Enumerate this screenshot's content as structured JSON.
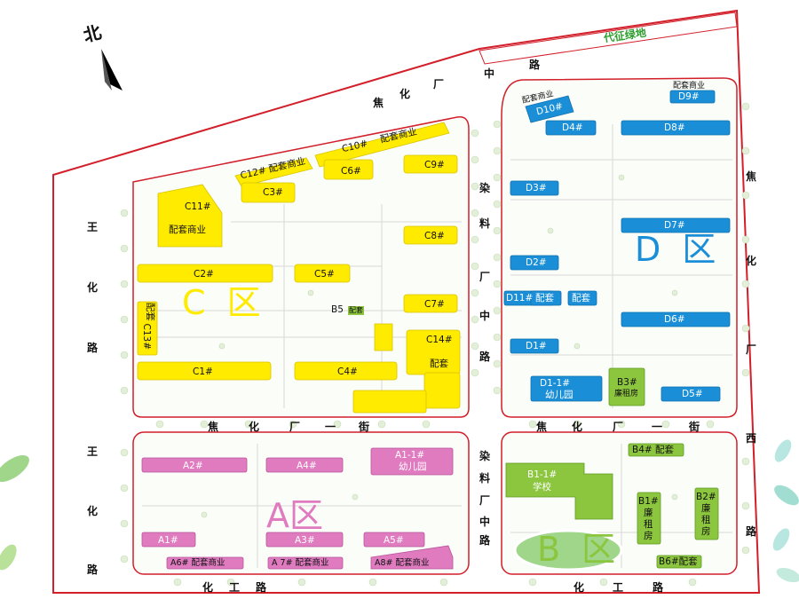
{
  "north": "北",
  "green_belt": "代征绿地",
  "roads": {
    "north_road": [
      "焦",
      "化",
      "厂",
      "中",
      "路"
    ],
    "west_road_upper": [
      "王",
      "化",
      "路"
    ],
    "west_road_lower": [
      "王",
      "化",
      "路"
    ],
    "middle_road_left": [
      "焦",
      "化",
      "厂",
      "一",
      "街"
    ],
    "middle_road_right": [
      "焦",
      "化",
      "厂",
      "一",
      "街"
    ],
    "center_road_upper": [
      "染",
      "料",
      "厂",
      "中",
      "路"
    ],
    "center_road_lower": [
      "染",
      "料",
      "厂",
      "中",
      "路"
    ],
    "east_road": [
      "焦",
      "化",
      "厂",
      "西",
      "路"
    ],
    "south_road_left": [
      "化",
      "工",
      "路"
    ],
    "south_road_right": [
      "化",
      "工",
      "路"
    ]
  },
  "zones": {
    "c": "C 区",
    "d": "D 区",
    "a": "A区",
    "b": "B 区"
  },
  "buildings": {
    "c11": "C11#",
    "c11_sub": "配套商业",
    "c12": "C12# 配套商业",
    "c10": "C10#",
    "c10_sub": "配套商业",
    "c3": "C3#",
    "c6": "C6#",
    "c9": "C9#",
    "c8": "C8#",
    "c2": "C2#",
    "c5": "C5#",
    "c7": "C7#",
    "b5": "B5",
    "b5_sub": "配套",
    "c13": "C13#",
    "c13_sub": "配套",
    "c14": "C14#",
    "c14_sub": "配套",
    "c1": "C1#",
    "c4": "C4#",
    "d10_sub": "配套商业",
    "d10": "D10#",
    "d9_sub": "配套商业",
    "d9": "D9#",
    "d4": "D4#",
    "d8": "D8#",
    "d3": "D3#",
    "d7": "D7#",
    "d2": "D2#",
    "d11": "D11#",
    "d11_a": "配套",
    "d11_b": "配套",
    "d6": "D6#",
    "d1": "D1#",
    "d1_1": "D1-1#",
    "d1_1_sub": "幼儿园",
    "b3": "B3#",
    "b3_sub": "廉租房",
    "d5": "D5#",
    "a2": "A2#",
    "a4": "A4#",
    "a1_1": "A1-1#",
    "a1_1_sub": "幼儿园",
    "a1": "A1#",
    "a3": "A3#",
    "a5": "A5#",
    "a6": "A6#  配套商业",
    "a7": "A 7#  配套商业",
    "a8": "A8#  配套商业",
    "b4": "B4# 配套",
    "b1_1": "B1-1#",
    "b1_1_sub": "学校",
    "b1": [
      "B1#",
      "廉",
      "租",
      "房"
    ],
    "b2": [
      "B2#",
      "廉",
      "租",
      "房"
    ],
    "b6": "B6#配套"
  },
  "colors": {
    "zone_c": "#ffeb00",
    "zone_d": "#1a8fd8",
    "zone_a": "#e07bc0",
    "zone_b": "#8cc63f",
    "boundary": "#d21f2a",
    "green_belt": "#3aa83a",
    "grass": "#9fd68a"
  }
}
